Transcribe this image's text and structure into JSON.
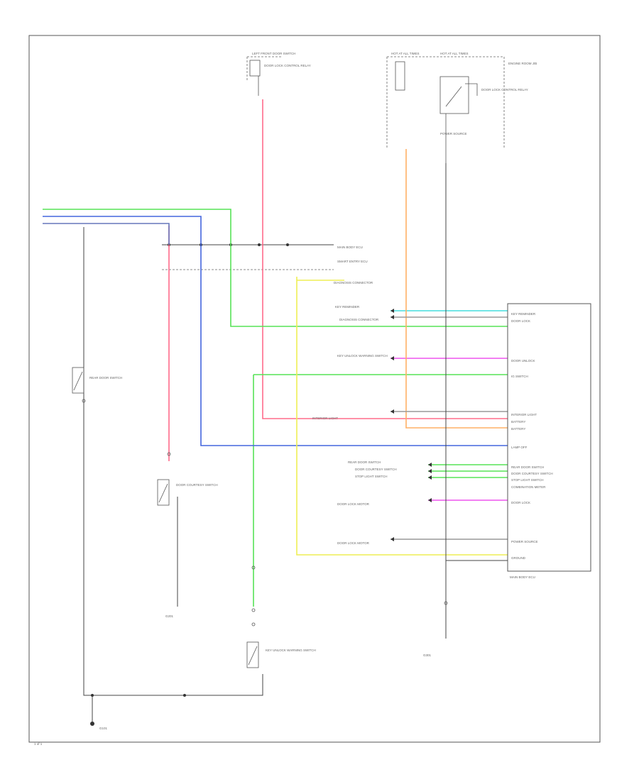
{
  "diagram": {
    "corner_label": "1 of 1",
    "labels": [
      "LEFT FRONT DOOR SWITCH",
      "HOT AT ALL TIMES",
      "HOT AT ALL TIMES",
      "SMART ENTRY ECU",
      "DOOR LOCK CONTROL RELAY",
      "MAIN BODY ECU",
      "DIAGNOSIS CONNECTOR",
      "COMBINATION METER",
      "REAR DOOR SWITCH",
      "DOOR COURTESY SWITCH",
      "KEY UNLOCK WARNING SWITCH",
      "DOOR LOCK MOTOR",
      "ENGINE ROOM J/B",
      "G101",
      "G201",
      "G301",
      "IG SWITCH",
      "BATTERY",
      "STOP LIGHT SWITCH",
      "INTERIOR LIGHT",
      "POWER SOURCE",
      "GROUND",
      "KEY REMINDER",
      "DOOR LOCK",
      "DOOR UNLOCK",
      "LAMP OFF"
    ]
  }
}
